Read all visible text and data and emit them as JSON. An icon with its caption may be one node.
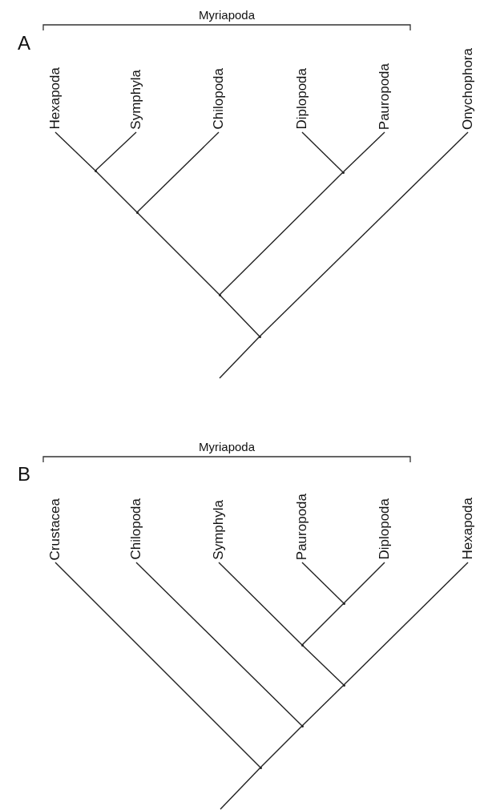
{
  "diagram": {
    "nodes": [
      {
        "text": [
          "Hexapoda"
        ]
      },
      {
        "text": [
          "Symphyla"
        ]
      },
      {
        "text": [
          "Chilopoda"
        ]
      },
      {
        "text": [
          "Diplopoda"
        ]
      },
      {
        "text": [
          "Pauropoda"
        ]
      },
      {
        "text": [
          "Onychophora"
        ]
      },
      {
        "text": [],
        "shape": "point"
      },
      {
        "text": [],
        "shape": "point"
      },
      {
        "text": [],
        "shape": "point"
      },
      {
        "text": [],
        "shape": "point"
      },
      {
        "text": [],
        "shape": "point"
      },
      {
        "text": [
          "Crustacea"
        ]
      },
      {
        "text": [
          "Chilopoda"
        ]
      },
      {
        "text": [
          "Symphyla"
        ]
      },
      {
        "text": [
          "Pauropoda"
        ]
      },
      {
        "text": [
          "Diplopoda"
        ]
      },
      {
        "text": [
          "Hexapoda"
        ]
      },
      {
        "text": [],
        "shape": "point"
      },
      {
        "text": [],
        "shape": "point"
      },
      {
        "text": [],
        "shape": "point"
      },
      {
        "text": [],
        "shape": "point"
      },
      {
        "text": [],
        "shape": "point"
      }
    ],
    "edges": [
      {
        "from": 0,
        "to": 6,
        "arrow": "none"
      },
      {
        "from": 1,
        "to": 6,
        "arrow": "none"
      },
      {
        "from": 6,
        "to": 7,
        "arrow": "none"
      },
      {
        "from": 2,
        "to": 7,
        "arrow": "none"
      },
      {
        "from": 3,
        "to": 8,
        "arrow": "none"
      },
      {
        "from": 4,
        "to": 8,
        "arrow": "none"
      },
      {
        "from": 7,
        "to": 9,
        "arrow": "none"
      },
      {
        "from": 8,
        "to": 9,
        "arrow": "none"
      },
      {
        "from": 9,
        "to": 10,
        "arrow": "none"
      },
      {
        "from": 5,
        "to": 10,
        "arrow": "none"
      },
      {
        "from": 10,
        "to": null,
        "arrow": "none"
      },
      {
        "from": 14,
        "to": 17,
        "arrow": "none"
      },
      {
        "from": 15,
        "to": 17,
        "arrow": "none"
      },
      {
        "from": 17,
        "to": 18,
        "arrow": "none"
      },
      {
        "from": 13,
        "to": 18,
        "arrow": "none"
      },
      {
        "from": 18,
        "to": 19,
        "arrow": "none"
      },
      {
        "from": 16,
        "to": 19,
        "arrow": "none"
      },
      {
        "from": 19,
        "to": 20,
        "arrow": "none"
      },
      {
        "from": 12,
        "to": 20,
        "arrow": "none"
      },
      {
        "from": 20,
        "to": 21,
        "arrow": "none"
      },
      {
        "from": 11,
        "to": 21,
        "arrow": "none"
      },
      {
        "from": 21,
        "to": null,
        "arrow": "none"
      }
    ],
    "labels": [
      "Myriapoda",
      "A",
      "Myriapoda",
      "B"
    ]
  }
}
